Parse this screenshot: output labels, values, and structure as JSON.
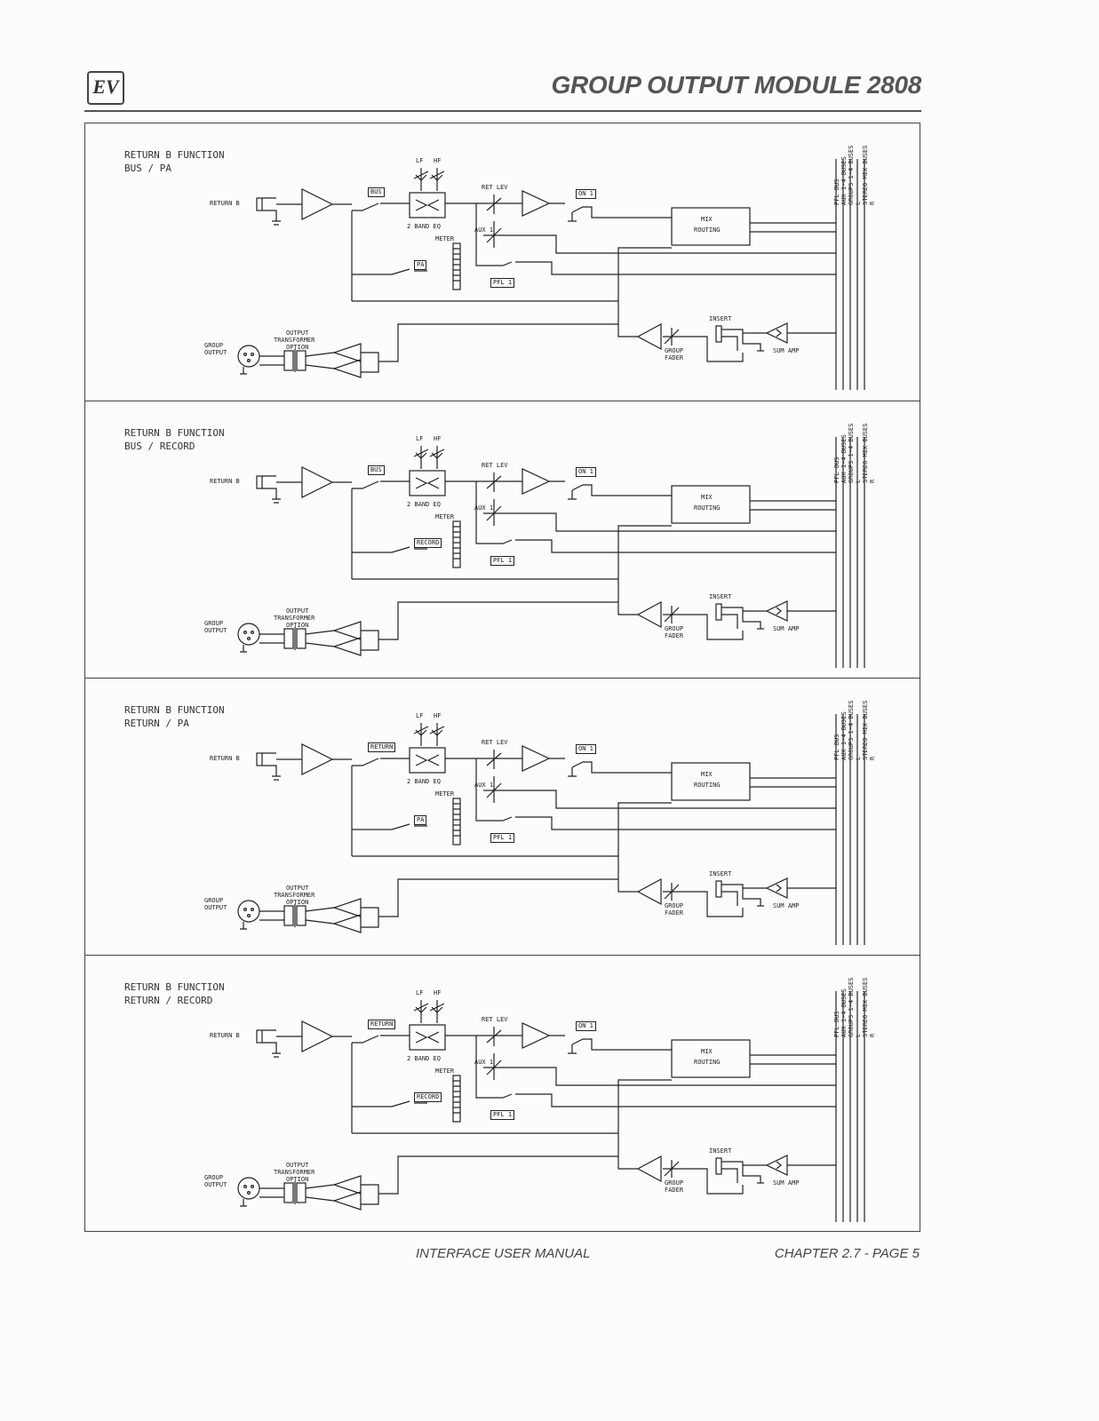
{
  "header": {
    "logo": "EV",
    "title": "GROUP OUTPUT MODULE 2808"
  },
  "footer": {
    "left": "INTERFACE USER MANUAL",
    "right": "CHAPTER 2.7 - PAGE 5"
  },
  "common_labels": {
    "lf": "LF",
    "hf": "HF",
    "eq": "2 BAND EQ",
    "ret_lev": "RET LEV",
    "aux1": "AUX 1",
    "meter": "METER",
    "on1": "ON 1",
    "pfl1": "PFL 1",
    "mix_routing_1": "MIX",
    "mix_routing_2": "ROUTING",
    "insert": "INSERT",
    "sum_amp": "SUM AMP",
    "group_fader_1": "GROUP",
    "group_fader_2": "FADER",
    "output_transformer_1": "OUTPUT",
    "output_transformer_2": "TRANSFORMER",
    "output_transformer_3": "OPTION",
    "group_output_1": "GROUP",
    "group_output_2": "OUTPUT",
    "return_b": "RETURN B",
    "bus_pfl": "PFL BUS",
    "bus_aux": "AUX 1-4 BUSES",
    "bus_group": "GROUPS 1-4 BUSES",
    "bus_stereo": "STEREO MIX BUSES",
    "bus_l": "L",
    "bus_r": "R"
  },
  "panels": [
    {
      "function_line1": "RETURN B FUNCTION",
      "function_line2": "BUS / PA",
      "source_switch": "BUS",
      "dest_switch": "PA"
    },
    {
      "function_line1": "RETURN B FUNCTION",
      "function_line2": "BUS / RECORD",
      "source_switch": "BUS",
      "dest_switch": "RECORD"
    },
    {
      "function_line1": "RETURN B FUNCTION",
      "function_line2": "RETURN / PA",
      "source_switch": "RETURN",
      "dest_switch": "PA"
    },
    {
      "function_line1": "RETURN B FUNCTION",
      "function_line2": "RETURN / RECORD",
      "source_switch": "RETURN",
      "dest_switch": "RECORD"
    }
  ]
}
